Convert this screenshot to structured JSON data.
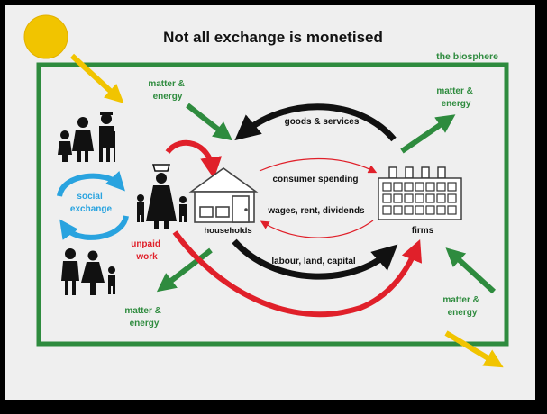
{
  "title": "Not all exchange is monetised",
  "biosphere_label": "the biosphere",
  "labels": {
    "matter_energy_top_left": [
      "matter &",
      "energy"
    ],
    "matter_energy_top_right": [
      "matter &",
      "energy"
    ],
    "matter_energy_bottom_left": [
      "matter &",
      "energy"
    ],
    "matter_energy_bottom_right": [
      "matter &",
      "energy"
    ],
    "goods_services": "goods & services",
    "consumer_spending": "consumer spending",
    "wages": "wages, rent, dividends",
    "labour": "labour, land, capital",
    "households": "households",
    "firms": "firms",
    "social_exchange": [
      "social",
      "exchange"
    ],
    "unpaid_work": [
      "unpaid",
      "work"
    ]
  },
  "colors": {
    "green": "#2e8b3e",
    "red": "#e0202a",
    "blue": "#29a3df",
    "yellow": "#f1c400",
    "black": "#111111",
    "background": "#efefef"
  },
  "icons": [
    "sun-icon",
    "family-icon",
    "house-icon",
    "factory-icon",
    "woman-carrying-icon"
  ]
}
